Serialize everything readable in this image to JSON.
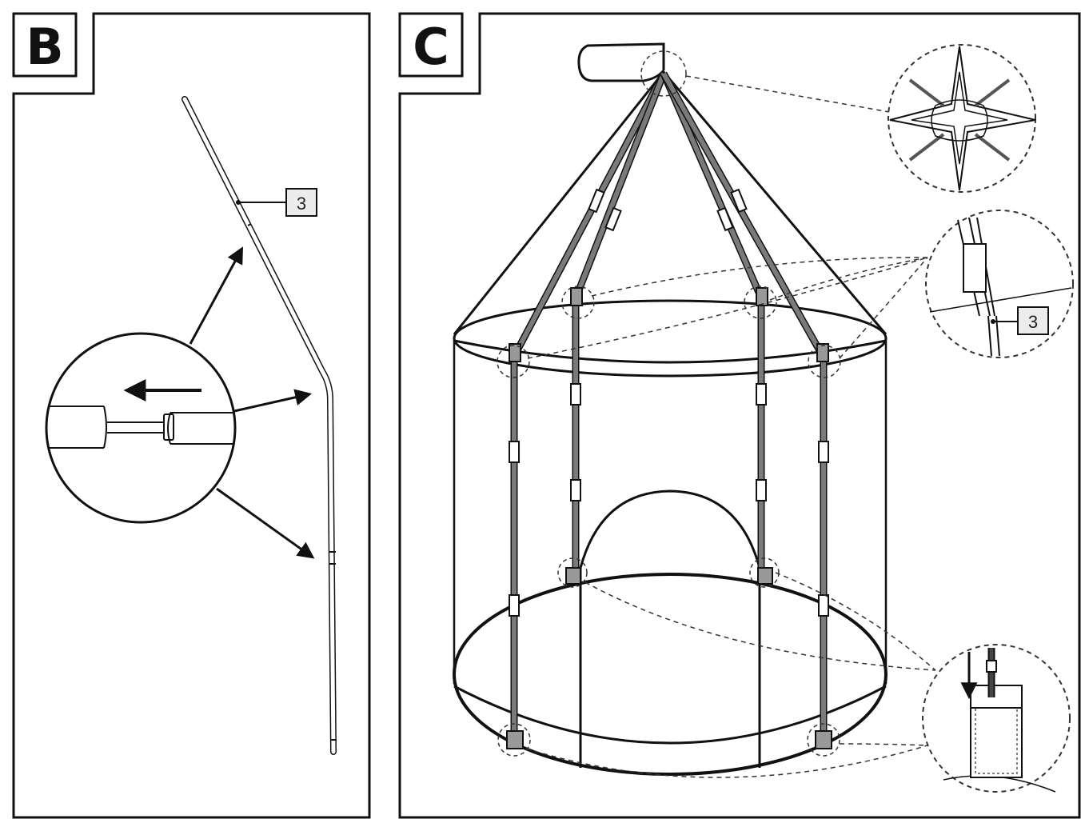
{
  "panels": [
    {
      "id": "B",
      "label": "B"
    },
    {
      "id": "C",
      "label": "C"
    }
  ],
  "callouts": {
    "panel_b_part": "3",
    "panel_c_part": "3"
  },
  "colors": {
    "line": "#111111",
    "pole": "#7a7a7a",
    "pole_light": "#d9d9d9",
    "callout_bg": "#ececec"
  }
}
